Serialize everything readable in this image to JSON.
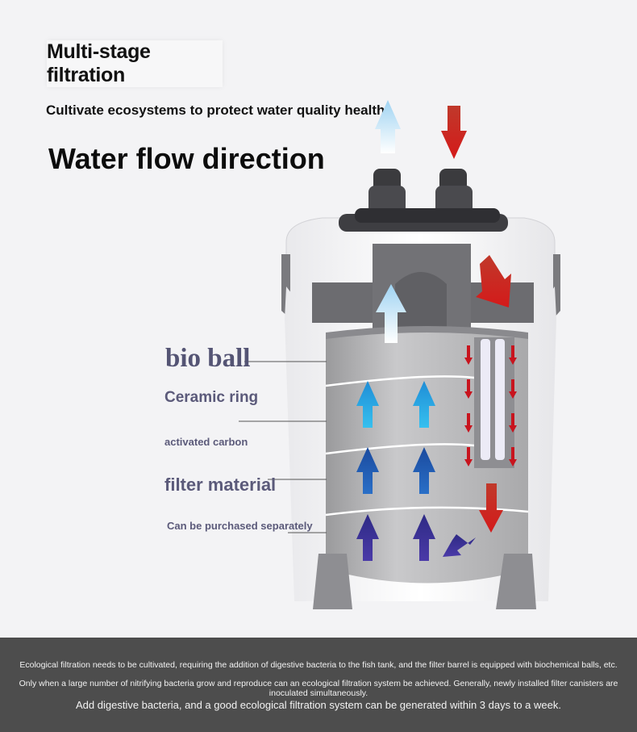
{
  "header": {
    "title": "Multi-stage filtration",
    "subtitle": "Cultivate ecosystems to protect water quality health",
    "flow_title": "Water flow direction"
  },
  "labels": {
    "bio_ball": "bio ball",
    "ceramic_ring": "Ceramic ring",
    "activated_carbon": "activated carbon",
    "filter_material": "filter material",
    "purchase_note": "Can be purchased separately"
  },
  "footer": {
    "line1": "Ecological filtration needs to be cultivated, requiring the addition of digestive bacteria to the fish tank, and the filter barrel is equipped with biochemical balls, etc.",
    "line2": "Only when a large number of nitrifying bacteria grow and reproduce can an ecological filtration system be achieved. Generally, newly installed filter canisters are inoculated simultaneously.",
    "line3": "Add digestive bacteria, and a good ecological filtration system can be generated within 3 days to a week."
  },
  "colors": {
    "background": "#f3f3f5",
    "footer_bg": "#4d4d4d",
    "label_color": "#5b5a7a",
    "inflow_red": "#c8141e",
    "outflow_light_blue": "#bfe3f7",
    "arrow_cyan": "#23a6e3",
    "arrow_blue": "#1f57b3",
    "arrow_purple": "#3a2f93"
  }
}
